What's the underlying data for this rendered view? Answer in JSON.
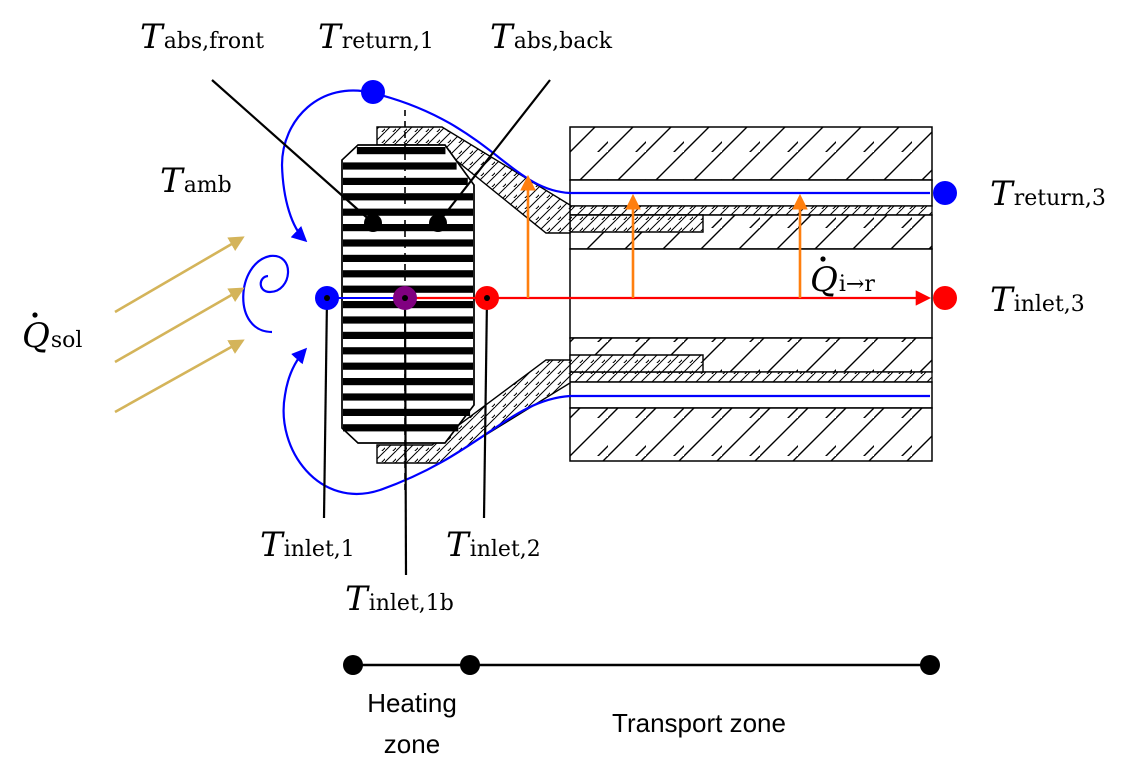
{
  "colors": {
    "ink": "#000000",
    "return_line": "#0000ff",
    "inlet_line": "#ff0000",
    "heat_arrow": "#ff7f0e",
    "solar_arrow": "#d4b45a",
    "mid_node": "#800080"
  },
  "labels": {
    "T_abs_front": {
      "sym": "T",
      "sub": "abs,front"
    },
    "T_return_1": {
      "sym": "T",
      "sub": "return,1"
    },
    "T_abs_back": {
      "sym": "T",
      "sub": "abs,back"
    },
    "T_amb": {
      "sym": "T",
      "sub": "amb"
    },
    "T_return_3": {
      "sym": "T",
      "sub": "return,3"
    },
    "T_inlet_3": {
      "sym": "T",
      "sub": "inlet,3"
    },
    "Q_i_r": {
      "sym": "Q",
      "sub": "i→r"
    },
    "Q_sol": {
      "sym": "Q",
      "sub": "sol"
    },
    "T_inlet_1": {
      "sym": "T",
      "sub": "inlet,1"
    },
    "T_inlet_2": {
      "sym": "T",
      "sub": "inlet,2"
    },
    "T_inlet_1b": {
      "sym": "T",
      "sub": "inlet,1b"
    }
  },
  "zones": {
    "heating_line1": "Heating",
    "heating_line2": "zone",
    "transport": "Transport zone"
  }
}
